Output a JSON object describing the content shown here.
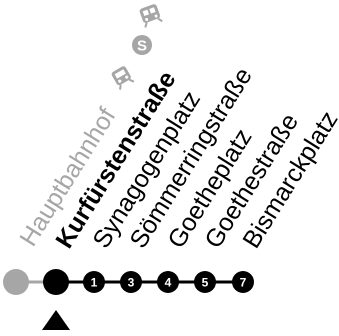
{
  "colors": {
    "past": "#a6a6a6",
    "line": "#000000",
    "text": "#000000",
    "background": "#ffffff"
  },
  "stops": [
    {
      "name": "Hauptbahnhof",
      "status": "past",
      "number": "",
      "icons": [
        "train-icon",
        "s-bahn-icon",
        "tram-icon"
      ]
    },
    {
      "name": "Kurfürstenstraße",
      "status": "current",
      "number": "",
      "icons": []
    },
    {
      "name": "Synagogenplatz",
      "status": "upcoming",
      "number": "1",
      "icons": []
    },
    {
      "name": "Sömmerringstraße",
      "status": "upcoming",
      "number": "3",
      "icons": []
    },
    {
      "name": "Goetheplatz",
      "status": "upcoming",
      "number": "4",
      "icons": []
    },
    {
      "name": "Goethestraße",
      "status": "upcoming",
      "number": "5",
      "icons": []
    },
    {
      "name": "Bismarckplatz",
      "status": "upcoming",
      "number": "7",
      "icons": []
    }
  ],
  "indicator": {
    "icon": "current-position-triangle-icon"
  }
}
